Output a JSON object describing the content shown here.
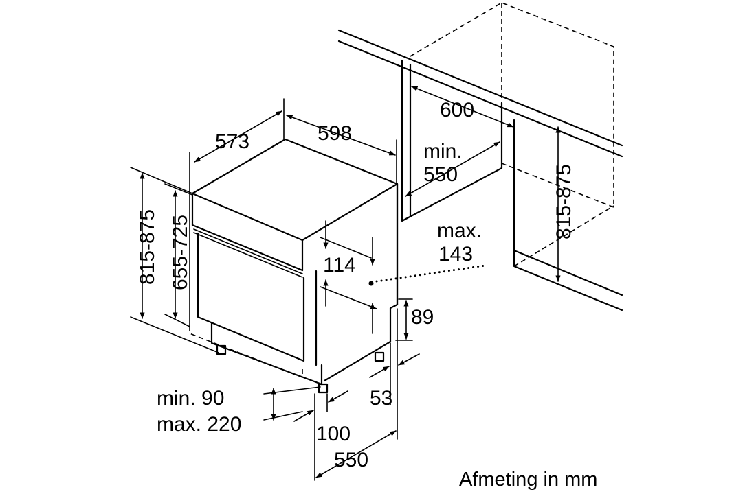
{
  "labels": {
    "depth_573": "573",
    "width_598": "598",
    "niche_width_600": "600",
    "niche_depth_min": "min.",
    "niche_depth_550": "550",
    "height_815_875_left": "815-875",
    "height_655_725": "655-725",
    "panel_114": "114",
    "max_label": "max.",
    "max_143": "143",
    "plinth_89": "89",
    "foot_53": "53",
    "plinth_min": "min. 90",
    "plinth_max": "max. 220",
    "foot_100": "100",
    "depth_550_bottom": "550",
    "niche_height_815_875": "815-875"
  },
  "caption": "Afmeting in mm",
  "colors": {
    "line": "#000000",
    "background": "#ffffff"
  }
}
